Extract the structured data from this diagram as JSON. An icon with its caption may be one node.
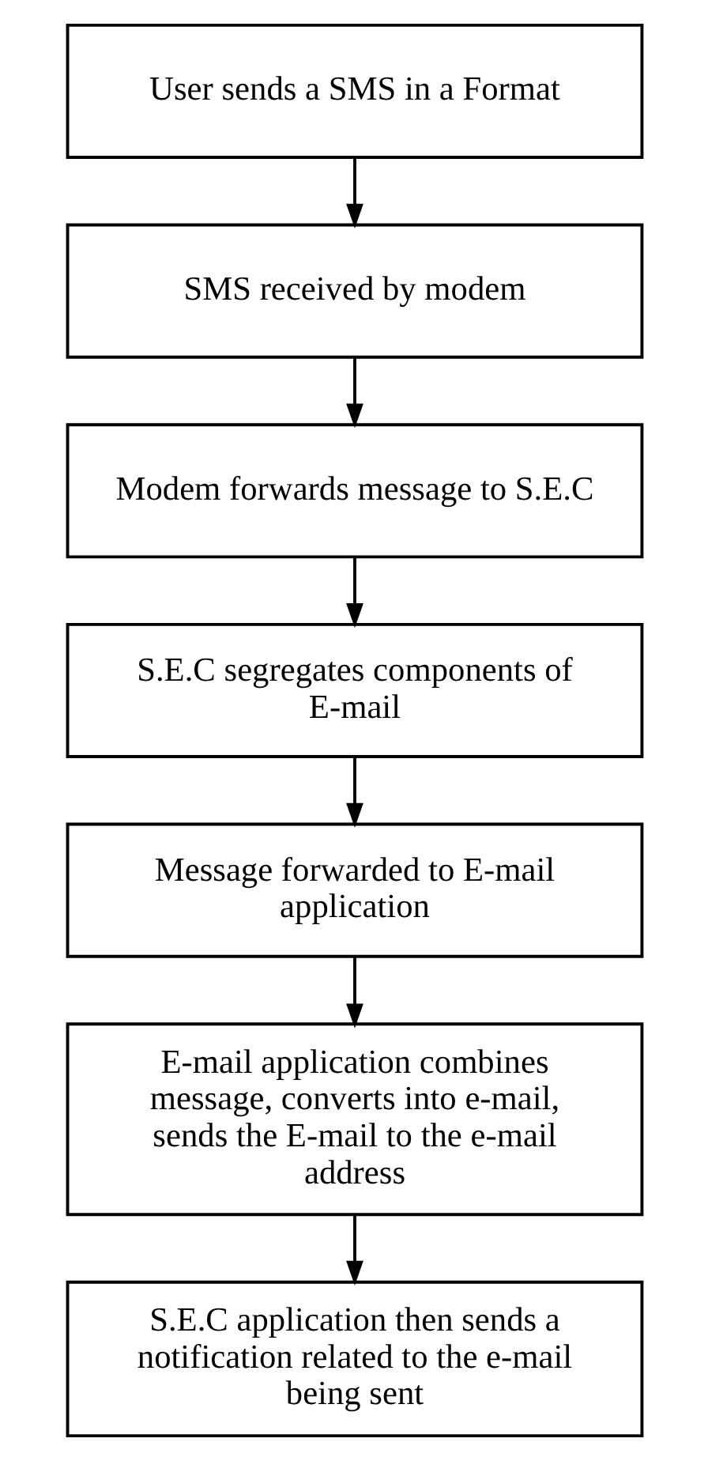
{
  "diagram": {
    "nodes": [
      {
        "text": [
          "User sends a SMS in a Format"
        ]
      },
      {
        "text": [
          "SMS received by modem"
        ]
      },
      {
        "text": [
          "Modem forwards message to S.E.C"
        ]
      },
      {
        "text": [
          "S.E.C segregates components of E-mail"
        ]
      },
      {
        "text": [
          "Message forwarded to E-mail application"
        ]
      },
      {
        "text": [
          "E-mail application combines message, converts into e-mail, sends the E-mail to the e-mail address"
        ]
      },
      {
        "text": [
          "S.E.C application then sends a notification related to the e-mail being sent"
        ]
      }
    ],
    "edges": [
      {
        "from": 0,
        "to": 1,
        "arrow": "to"
      },
      {
        "from": 1,
        "to": 2,
        "arrow": "to"
      },
      {
        "from": 2,
        "to": 3,
        "arrow": "to"
      },
      {
        "from": 3,
        "to": 4,
        "arrow": "to"
      },
      {
        "from": 4,
        "to": 5,
        "arrow": "to"
      },
      {
        "from": 5,
        "to": 6,
        "arrow": "to"
      }
    ]
  }
}
